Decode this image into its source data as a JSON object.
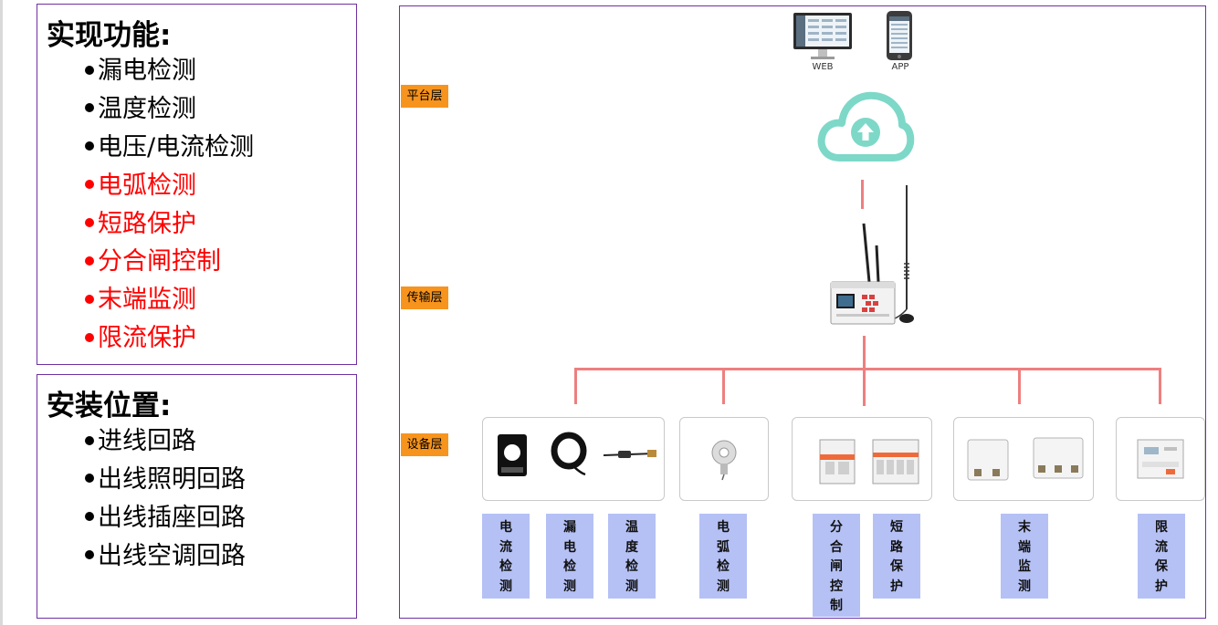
{
  "functions": {
    "title": "实现功能:",
    "items": [
      {
        "label": "漏电检测",
        "color": "#000000"
      },
      {
        "label": "温度检测",
        "color": "#000000"
      },
      {
        "label": "电压/电流检测",
        "color": "#000000"
      },
      {
        "label": "电弧检测",
        "color": "#ff0000"
      },
      {
        "label": "短路保护",
        "color": "#ff0000"
      },
      {
        "label": "分合闸控制",
        "color": "#ff0000"
      },
      {
        "label": "末端监测",
        "color": "#ff0000"
      },
      {
        "label": "限流保护",
        "color": "#ff0000"
      }
    ]
  },
  "install": {
    "title": "安装位置:",
    "items": [
      {
        "label": "进线回路",
        "color": "#000000"
      },
      {
        "label": "出线照明回路",
        "color": "#000000"
      },
      {
        "label": "出线插座回路",
        "color": "#000000"
      },
      {
        "label": "出线空调回路",
        "color": "#000000"
      }
    ]
  },
  "diagram": {
    "layers": {
      "platform": "平台层",
      "transmission": "传输层",
      "device": "设备层"
    },
    "clients": {
      "web": "WEB",
      "app": "APP"
    },
    "categories": [
      "电流检测",
      "漏电检测",
      "温度检测",
      "电弧检测",
      "分合闸控制",
      "短路保护",
      "末端监测",
      "限流保护"
    ],
    "colors": {
      "layer_label_bg": "#f7941d",
      "connector": "#ee7f7f",
      "category_bg": "#b5c1f5",
      "cloud": "#7dd8c8",
      "border": "#7030a0"
    }
  }
}
